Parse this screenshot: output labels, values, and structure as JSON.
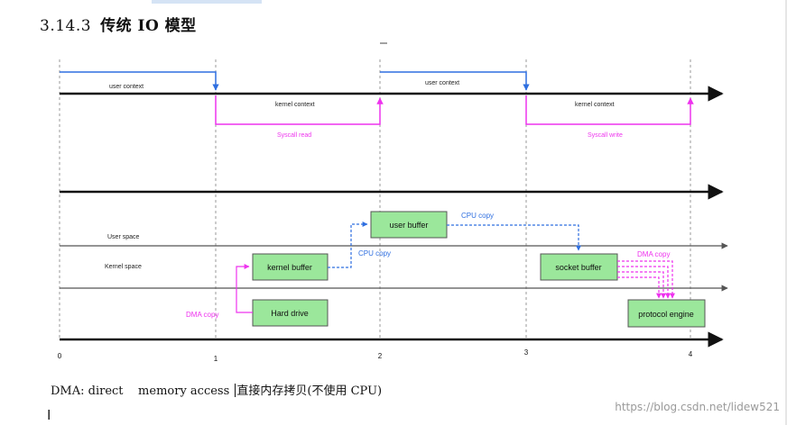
{
  "heading": {
    "number": "3.14.3",
    "title": "传统 IO  模型"
  },
  "diagram": {
    "timeline_ticks": [
      "0",
      "1",
      "2",
      "3",
      "4"
    ],
    "context": {
      "user_context_1": "user context",
      "user_context_2": "user context",
      "kernel_context_1": "kernel context",
      "kernel_context_2": "kernel context",
      "syscall_read": "Syscall read",
      "syscall_write": "Syscall write"
    },
    "spaces": {
      "user_space": "User space",
      "kernel_space": "Kernel  space"
    },
    "boxes": {
      "user_buffer": "user buffer",
      "kernel_buffer": "kernel buffer",
      "socket_buffer": "socket buffer",
      "hard_drive": "Hard drive",
      "protocol_engine": "protocol engine"
    },
    "arrows": {
      "dma_copy_left": "DMA copy",
      "dma_copy_right": "DMA copy",
      "cpu_copy_1": "CPU copy",
      "cpu_copy_2": "CPU copy"
    },
    "colors": {
      "user_line": "#2f6fe0",
      "kernel_line": "#ee33ee",
      "box_fill": "#9be79b",
      "box_border": "#555555",
      "cpu_copy": "#2f6fe0",
      "dma_copy": "#ee33ee"
    }
  },
  "caption": {
    "before_cursor": "DMA: direct    memory access ",
    "after_cursor": "直接内存拷贝(不使用 CPU)"
  },
  "text_cursor_glyph": "I",
  "watermark": "https://blog.csdn.net/lidew521"
}
